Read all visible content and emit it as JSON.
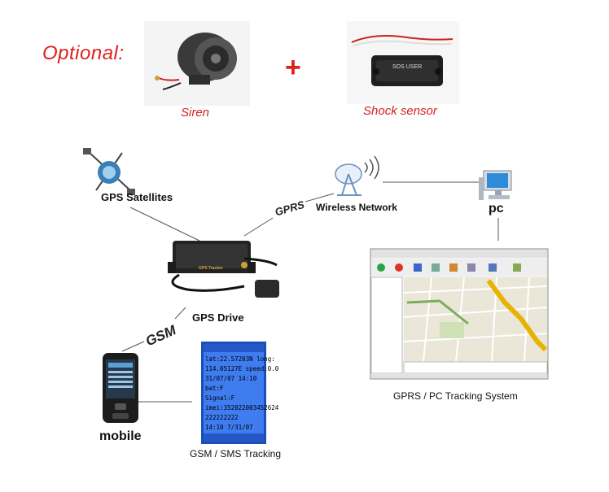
{
  "optional_label": "Optional:",
  "plus_sign": "+",
  "accessories": {
    "siren_label": "Siren",
    "shock_sensor_label": "Shock sensor",
    "shock_sensor_print": "SOS USER"
  },
  "nodes": {
    "gps_satellites": "GPS Satellites",
    "wireless_network": "Wireless Network",
    "pc": "pc",
    "gps_drive": "GPS Drive",
    "gps_tracker_print": "GPS Tracker",
    "mobile": "mobile",
    "gsm_sms_tracking": "GSM / SMS Tracking",
    "gprs_pc_tracking": "GPRS / PC Tracking System"
  },
  "connections": {
    "gprs": "GPRS",
    "gsm": "GSM"
  },
  "sms_screen": {
    "lines": [
      "lat:22.57203N long:",
      "114.05127E speed:0.0",
      "31/07/07 14:10",
      "bat:F",
      "Signal:F",
      "imei:352022003452624",
      "222222222",
      "14:10 7/31/07"
    ]
  },
  "colors": {
    "accent_red": "#e0201c",
    "line_gray": "#555555"
  }
}
